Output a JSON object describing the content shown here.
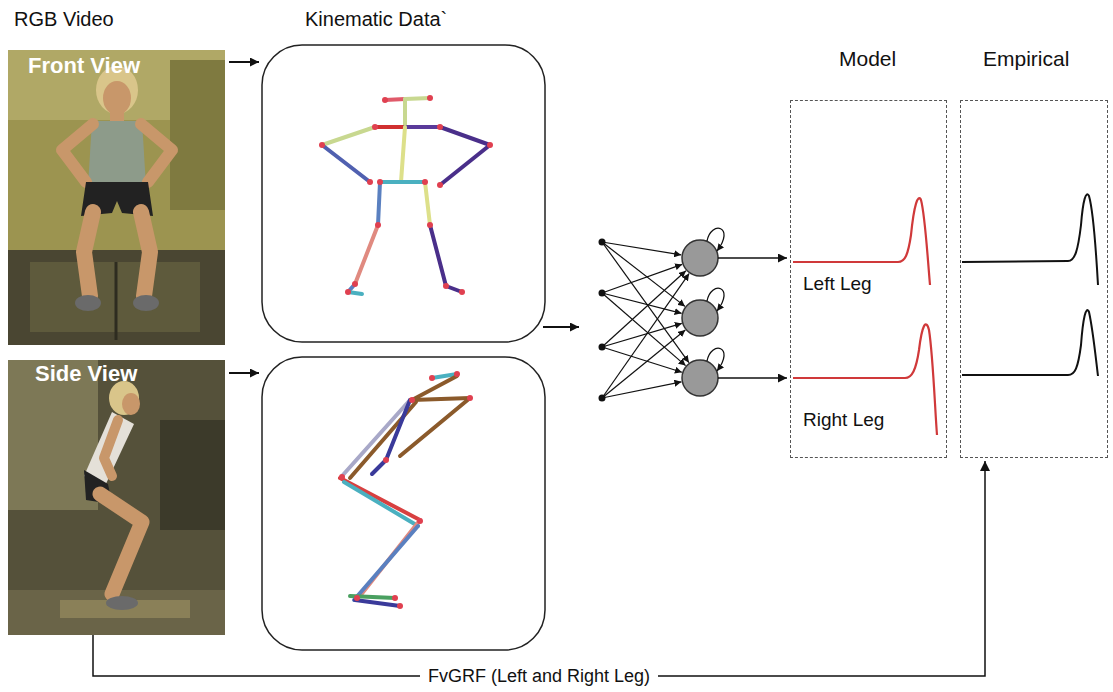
{
  "diagram": {
    "nodes": [
      {
        "text": [
          "Front View"
        ]
      },
      {
        "text": [
          "Side View"
        ]
      },
      {
        "text": [
          "Model",
          "Left Leg",
          "Right Leg"
        ]
      },
      {
        "text": [
          "Empirical"
        ]
      }
    ],
    "edges": [
      {
        "from": 1,
        "to": 3,
        "label": "FvGRF (Left and Right Leg)",
        "arrow": "to"
      }
    ],
    "labels": [
      "RGB Video",
      "Kinematic Data`"
    ]
  }
}
